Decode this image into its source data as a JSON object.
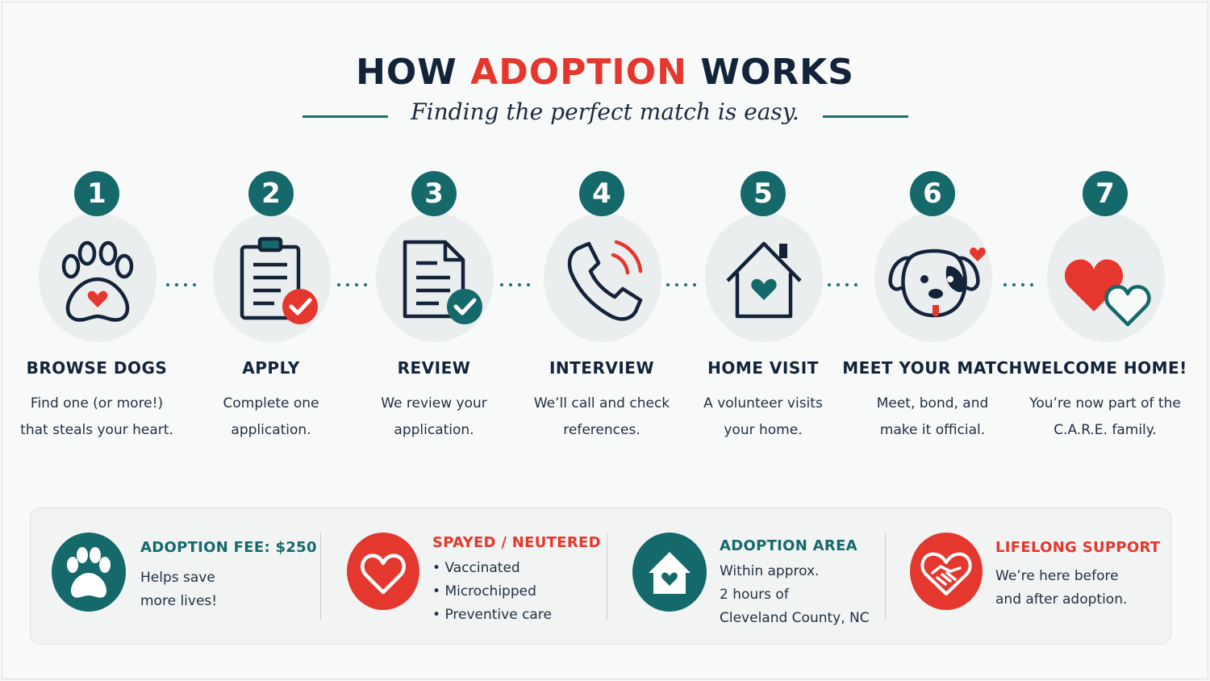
{
  "header": {
    "title_part1": "HOW",
    "title_accent": "ADOPTION",
    "title_part2": "WORKS",
    "subtitle": "Finding the perfect match is easy."
  },
  "steps": [
    {
      "number": "1",
      "title": "BROWSE DOGS",
      "line1": "Find one (or more!)",
      "line2": "that steals your heart.",
      "icon": "paw-heart-icon"
    },
    {
      "number": "2",
      "title": "APPLY",
      "line1": "Complete one",
      "line2": "application.",
      "icon": "clipboard-check-icon"
    },
    {
      "number": "3",
      "title": "REVIEW",
      "line1": "We review your",
      "line2": "application.",
      "icon": "document-check-icon"
    },
    {
      "number": "4",
      "title": "INTERVIEW",
      "line1": "We’ll call and check",
      "line2": "references.",
      "icon": "phone-icon"
    },
    {
      "number": "5",
      "title": "HOME VISIT",
      "line1": "A volunteer visits",
      "line2": "your home.",
      "icon": "house-heart-icon"
    },
    {
      "number": "6",
      "title": "MEET YOUR MATCH",
      "line1": "Meet, bond, and",
      "line2": "make it official.",
      "icon": "dog-face-icon"
    },
    {
      "number": "7",
      "title": "WELCOME HOME!",
      "line1": "You’re now part of the",
      "line2": "C.A.R.E. family.",
      "icon": "two-hearts-icon"
    }
  ],
  "features": {
    "fee": {
      "title": "ADOPTION FEE: $250",
      "line1": "Helps save",
      "line2": "more lives!",
      "icon": "paw-icon"
    },
    "spayed": {
      "title": "SPAYED / NEUTERED",
      "items": [
        "Vaccinated",
        "Microchipped",
        "Preventive care"
      ],
      "icon": "heart-icon"
    },
    "area": {
      "title": "ADOPTION AREA",
      "line1": "Within approx.",
      "line2": "2 hours of",
      "line3": "Cleveland County, NC",
      "icon": "house-icon"
    },
    "support": {
      "title": "LIFELONG SUPPORT",
      "line1": "We’re here before",
      "line2": "and after adoption.",
      "icon": "handshake-heart-icon"
    }
  },
  "colors": {
    "teal": "#15696b",
    "red": "#e5372d",
    "navy": "#13233a"
  }
}
